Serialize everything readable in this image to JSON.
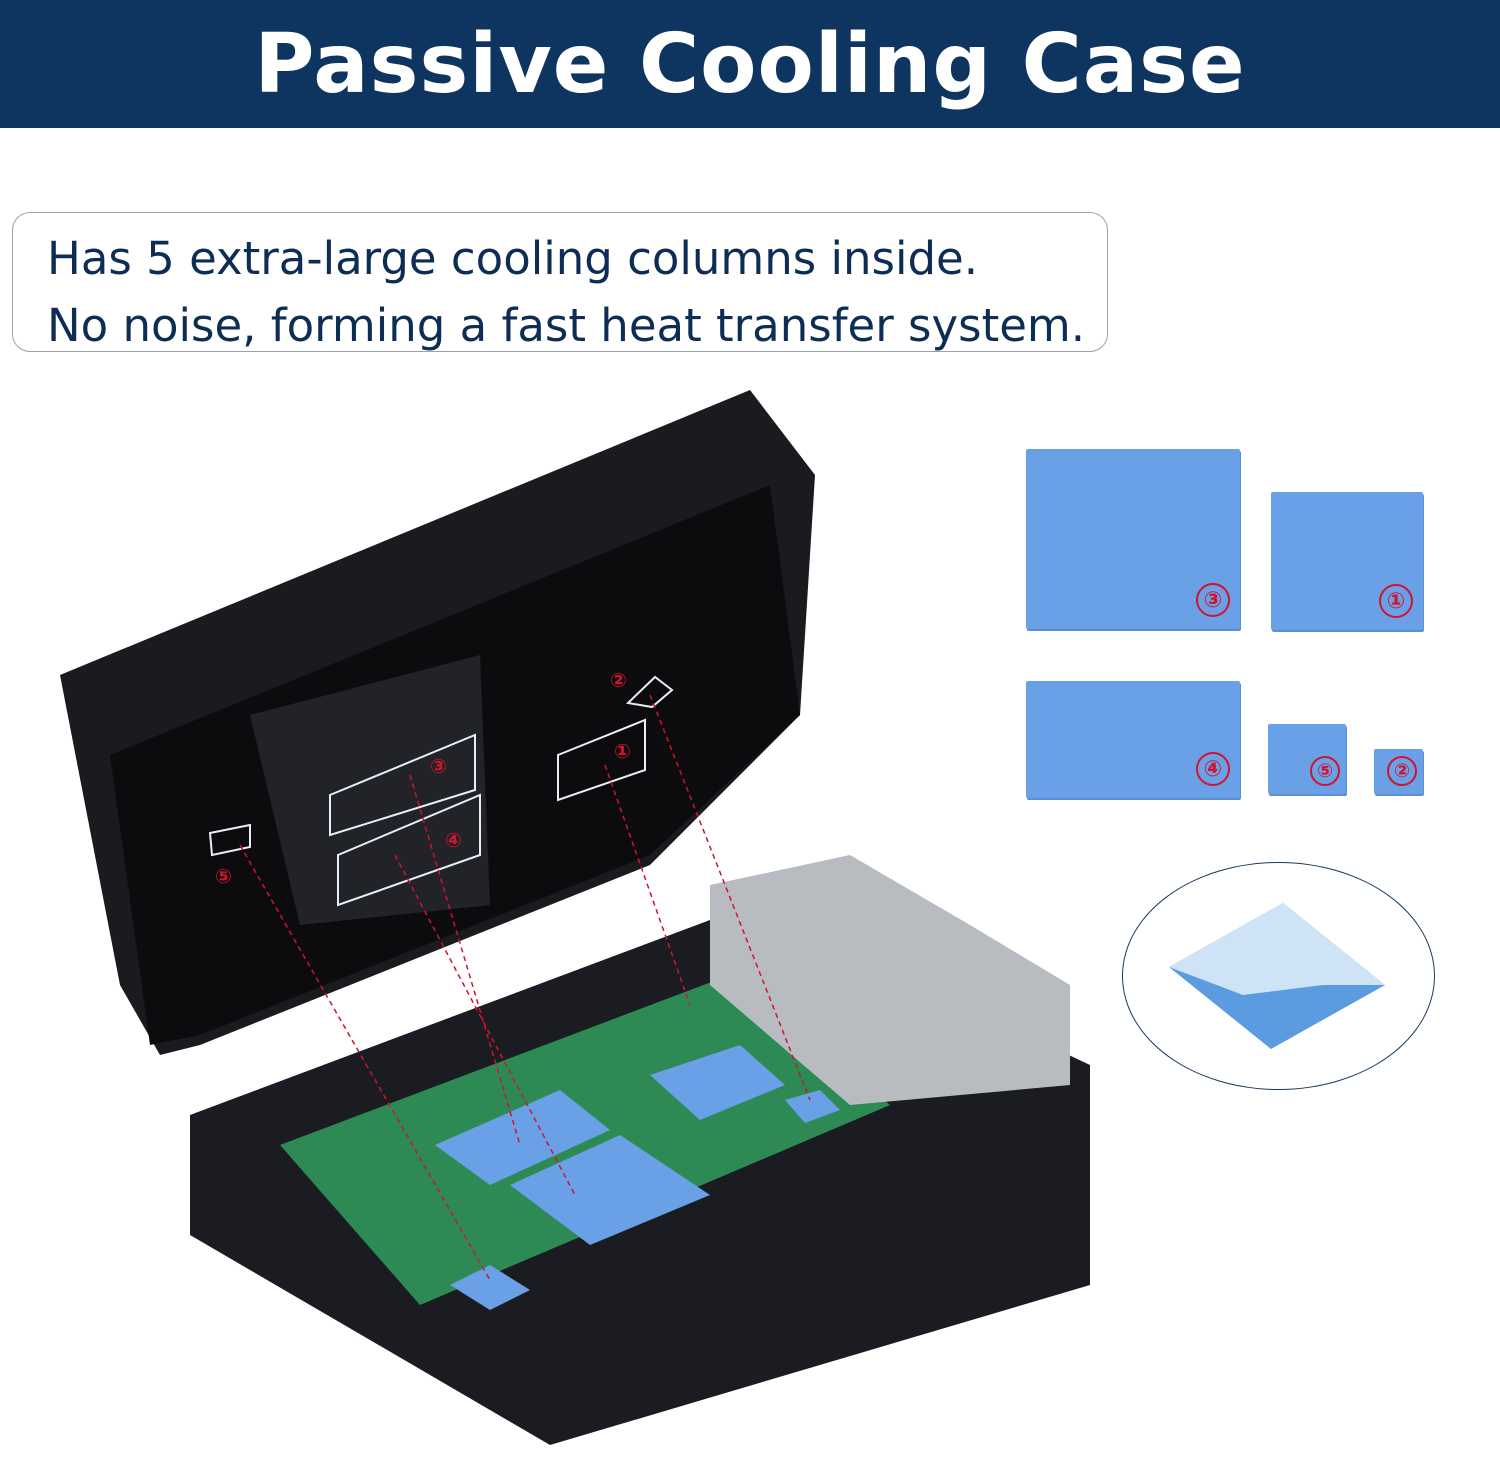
{
  "title": "Passive Cooling Case",
  "callout": {
    "line1": "Has 5 extra-large cooling columns inside.",
    "line2": "No noise, forming a fast heat transfer system."
  },
  "pads": [
    {
      "label": "③"
    },
    {
      "label": "①"
    },
    {
      "label": "④"
    },
    {
      "label": "⑤"
    },
    {
      "label": "②"
    }
  ],
  "scene_labels": [
    "①",
    "②",
    "③",
    "④",
    "⑤"
  ],
  "colors": {
    "banner": "#0e3460",
    "pad": "#6aa1e6",
    "marker": "#d1132c",
    "text": "#0e2d55"
  }
}
